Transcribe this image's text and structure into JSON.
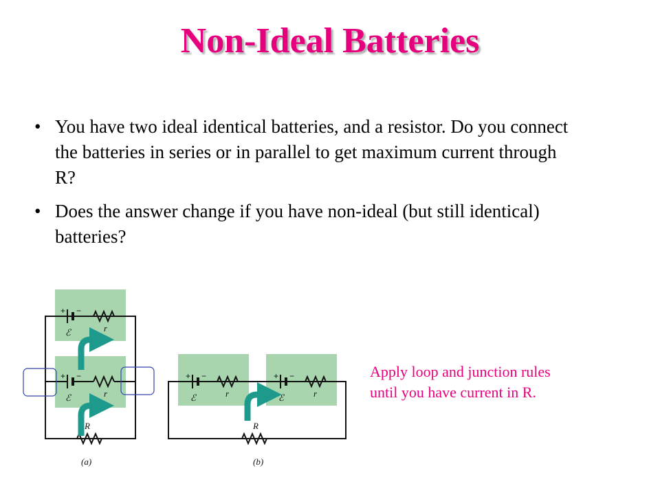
{
  "slide": {
    "title": "Non-Ideal Batteries",
    "bullets": [
      "You have two ideal identical batteries, and a resistor.  Do you connect the batteries in series or in parallel to get maximum current through R?",
      "Does the answer change if you have non-ideal (but still identical) batteries?"
    ],
    "note_lines": [
      "Apply loop and junction rules",
      "until you have current in R."
    ]
  },
  "figure": {
    "emf_symbol": "ℰ",
    "internal_resistance": "r",
    "load_resistor": "R",
    "plus": "+",
    "minus": "−",
    "caption_a": "(a)",
    "caption_b": "(b)",
    "colors": {
      "battery_box": "#a8d5ae",
      "arrow": "#1e9a8c",
      "highlight_box": "#3344aa",
      "accent": "#e6007e"
    }
  }
}
